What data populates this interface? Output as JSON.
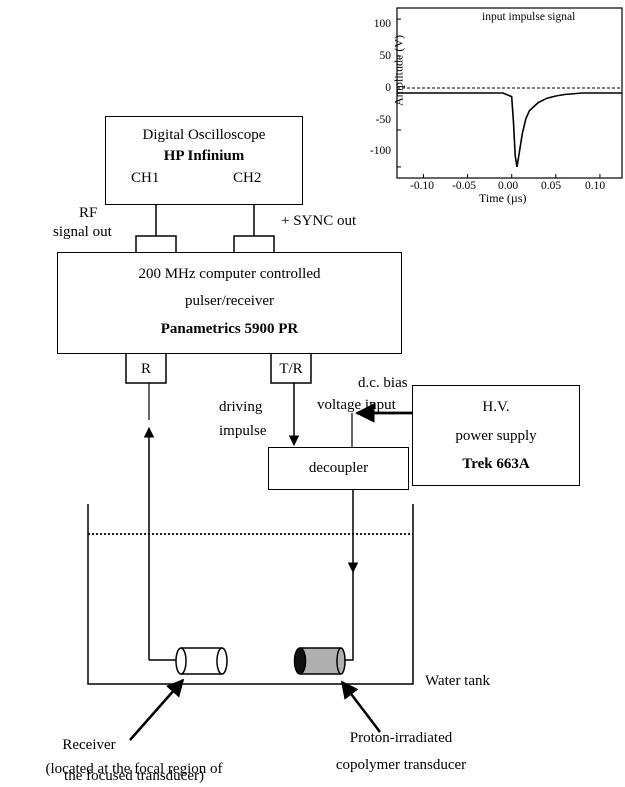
{
  "inset_plot": {
    "title": "input impulse signal",
    "ylabel": "Amplitude (V)",
    "xlabel": "Time (µs)",
    "y_ticks": [
      "100",
      "50",
      "0",
      "-50",
      "-100"
    ],
    "x_ticks": [
      "-0.10",
      "-0.05",
      "0.00",
      "0.05",
      "0.10"
    ]
  },
  "chart_data": {
    "type": "line",
    "title": "input impulse signal",
    "xlabel": "Time (µs)",
    "ylabel": "Amplitude (V)",
    "xlim": [
      -0.13,
      0.125
    ],
    "ylim": [
      -115,
      115
    ],
    "series": [
      {
        "x": [
          -0.13,
          -0.05,
          -0.01,
          0.0,
          0.002,
          0.004,
          0.006,
          0.008,
          0.012,
          0.016,
          0.02,
          0.03,
          0.04,
          0.05,
          0.06,
          0.08,
          0.1,
          0.125
        ],
        "y": [
          0,
          0,
          0,
          -5,
          -40,
          -85,
          -100,
          -85,
          -55,
          -35,
          -24,
          -13,
          -7,
          -4,
          -2,
          0,
          0,
          0
        ]
      }
    ]
  },
  "oscilloscope": {
    "title": "Digital Oscilloscope",
    "model": "HP Infinium",
    "ch1": "CH1",
    "ch2": "CH2"
  },
  "labels": {
    "rf_line1": "RF",
    "rf_line2": "signal out",
    "sync": "+ SYNC out",
    "dc_line1": "d.c. bias",
    "dc_line2": "voltage input",
    "driving_line1": "driving",
    "driving_line2": "impulse",
    "water_tank": "Water tank"
  },
  "pulser": {
    "line1": "200 MHz computer controlled",
    "line2": "pulser/receiver",
    "model": "Panametrics 5900 PR",
    "port_r": "R",
    "port_tr": "T/R"
  },
  "power_supply": {
    "line1": "H.V.",
    "line2": "power supply",
    "model": "Trek 663A"
  },
  "decoupler": {
    "label": "decoupler"
  },
  "receiver": {
    "line1": "Receiver",
    "line2": "(located at the focal region of",
    "line3": "the focused transducer)"
  },
  "transducer": {
    "line1": "Proton-irradiated",
    "line2": "copolymer transducer"
  }
}
